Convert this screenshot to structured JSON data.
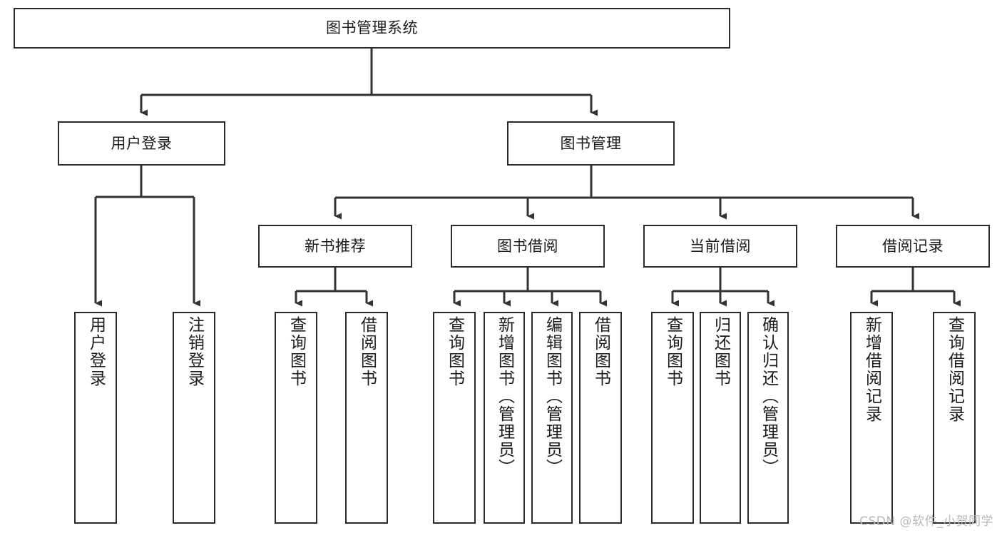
{
  "diagram": {
    "title": "图书管理系统",
    "type": "tree",
    "orientation": "top-down",
    "colors": {
      "box_border": "#2b2b2b",
      "box_fill": "#ffffff",
      "connector": "#333333",
      "text": "#1c1c1c",
      "watermark": "#b9b9b9",
      "background": "#ffffff"
    },
    "root": {
      "label": "图书管理系统",
      "children": [
        {
          "label": "用户登录",
          "children": [
            {
              "label": "用户登录"
            },
            {
              "label": "注销登录"
            }
          ]
        },
        {
          "label": "图书管理",
          "children": [
            {
              "label": "新书推荐",
              "children": [
                {
                  "label": "查询图书"
                },
                {
                  "label": "借阅图书"
                }
              ]
            },
            {
              "label": "图书借阅",
              "children": [
                {
                  "label": "查询图书"
                },
                {
                  "label": "新增图书（管理员）"
                },
                {
                  "label": "编辑图书（管理员）"
                },
                {
                  "label": "借阅图书"
                }
              ]
            },
            {
              "label": "当前借阅",
              "children": [
                {
                  "label": "查询图书"
                },
                {
                  "label": "归还图书"
                },
                {
                  "label": "确认归还（管理员）"
                }
              ]
            },
            {
              "label": "借阅记录",
              "children": [
                {
                  "label": "新增借阅记录"
                },
                {
                  "label": "查询借阅记录"
                }
              ]
            }
          ]
        }
      ]
    },
    "nodes": {
      "root": "图书管理系统",
      "user_login": "用户登录",
      "book_manage": "图书管理",
      "new_book_recommend": "新书推荐",
      "book_borrow": "图书借阅",
      "current_borrow": "当前借阅",
      "borrow_record": "借阅记录",
      "leaf_user_login": "用户登录",
      "leaf_logout": "注销登录",
      "leaf_query_book_a": "查询图书",
      "leaf_borrow_book_a": "借阅图书",
      "leaf_query_book_b": "查询图书",
      "leaf_add_book": "新增图书（管理员）",
      "leaf_edit_book": "编辑图书（管理员）",
      "leaf_borrow_book_b": "借阅图书",
      "leaf_query_book_c": "查询图书",
      "leaf_return_book": "归还图书",
      "leaf_confirm_return": "确认归还（管理员）",
      "leaf_add_record": "新增借阅记录",
      "leaf_query_record": "查询借阅记录"
    }
  },
  "watermark": "CSDN @软件_小贺同学"
}
